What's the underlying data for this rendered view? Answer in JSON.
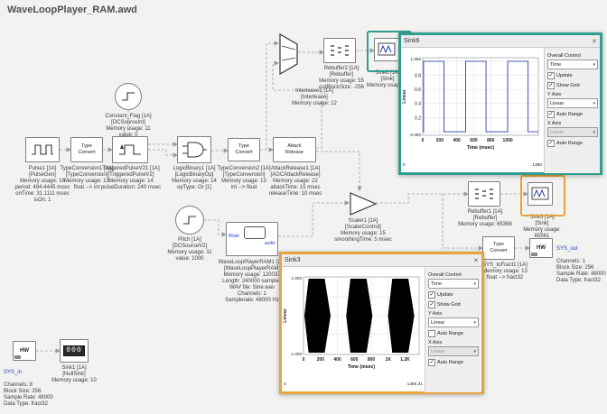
{
  "app": {
    "title": "WaveLoopPlayer_RAM.awd"
  },
  "ui": {
    "close_glyph": "✕",
    "dropdown_glyph": "▾",
    "hw_label": "HW"
  },
  "colors": {
    "teal": "#2e9e8f",
    "orange": "#e8a33d",
    "trace_blue": "#2b3faf",
    "trace_black": "#000000"
  },
  "blocks": {
    "pulse1": {
      "caption": [
        "Pulse1 [1A]",
        "[PulseGen]",
        "Memory usage: 16",
        "period: 494.4445 msec",
        "onTime: 31.1111 msec",
        "isOn: 1"
      ]
    },
    "typeconversion1": {
      "label": "Type\nConvert",
      "caption": [
        "TypeConversion1 [1A]",
        "[TypeConversion]",
        "Memory usage: 13",
        "float --> int"
      ]
    },
    "triggeredpulse": {
      "caption": [
        "TriggeredPulseV21 [1A]",
        "[TriggeredPulseV2]",
        "Memory usage: 14",
        "pulseDuration: 240 msec"
      ]
    },
    "constant_flag": {
      "caption": [
        "Constant_Flag [1A]",
        "[DCSourceInt]",
        "Memory usage: 11",
        "value: 0"
      ]
    },
    "logicbinary1": {
      "caption": [
        "LogicBinary1 [1A]",
        "[LogicBinaryOp]",
        "Memory usage: 14",
        "opType: Or [1]"
      ]
    },
    "typeconversion2": {
      "label": "Type\nConvert",
      "caption": [
        "TypeConversion2 [1A]",
        "[TypeConversion]",
        "Memory usage: 13",
        "int --> float"
      ]
    },
    "attackrelease1": {
      "label": "Attack\nRelease",
      "caption": [
        "AttackRelease1 [1A]",
        "[AGCAttackRelease]",
        "Memory usage: 22",
        "attackTime: 15 msec",
        "releaseTime: 10 msec"
      ]
    },
    "interleave1": {
      "caption": [
        "Interleave1 [1A]",
        "[Interleave]",
        "Memory usage: 12"
      ]
    },
    "rebuffer2": {
      "caption": [
        "Rebuffer2 [1A]",
        "[Rebuffer]",
        "Memory usage: 55",
        "outBlockSize: -256"
      ]
    },
    "sink6": {
      "caption": [
        "Sink6 [1A]",
        "[Sink]",
        "Memory usage: 5"
      ]
    },
    "pitch": {
      "caption": [
        "Pitch [1A]",
        "[DCSourceV2]",
        "Memory usage: 11",
        "value: 1000"
      ]
    },
    "waveloopplayer": {
      "in_port": "fRate",
      "out_port": "audio",
      "caption": [
        "WaveLoopPlayerRAM1 [1A]",
        "[WaveLoopPlayerRAM]",
        "Memory usage: 120037",
        "Length: 240000 samples",
        "WAV file: Sine.wav",
        "Channels: 1",
        "Samplerate: 48000 Hz"
      ]
    },
    "scaler1": {
      "caption": [
        "Scaler1 [1A]",
        "[ScalerControl]",
        "Memory usage: 15",
        "smoothingTime: 5 msec"
      ]
    },
    "rebuffer1": {
      "caption": [
        "Rebuffer1 [1A]",
        "[Rebuffer]",
        "Memory usage: 65366"
      ]
    },
    "sink3": {
      "caption": [
        "Sink3 [1A]",
        "[Sink]",
        "Memory usage: 65561"
      ]
    },
    "sys_tofract1": {
      "label": "Type\nConvert",
      "caption": [
        "SYS_toFract1 [1A]",
        "Memory usage: 13",
        "float --> fract32"
      ]
    },
    "sys_out": {
      "name": "SYS_out",
      "caption": [
        "Channels: 1",
        "Block Size: 256",
        "Sample Rate: 48000",
        "Data Type: fract32"
      ]
    },
    "sys_in": {
      "name": "SYS_in",
      "caption": [
        "Channels: 8",
        "Block Size: 256",
        "Sample Rate: 48000",
        "Data Type: fract32"
      ]
    },
    "sink1": {
      "display": "000",
      "caption": [
        "Sink1 [1A]",
        "[NullSink]",
        "Memory usage: 10"
      ]
    }
  },
  "scopes": {
    "sink6": {
      "title": "Sink6",
      "panel": {
        "overall": "Overall Control",
        "domain": "Time",
        "update": "Update",
        "update_on": true,
        "grid": "Show Grid",
        "grid_on": true,
        "y_axis": "Y Axis",
        "y_mode": "Linear",
        "y_auto": "Auto Range",
        "y_auto_on": true,
        "x_axis": "X Axis",
        "x_mode": "Linear",
        "x_auto": "Auto Range",
        "x_auto_on": true
      }
    },
    "sink3": {
      "title": "Sink3",
      "panel": {
        "overall": "Overall Control",
        "domain": "Time",
        "update": "Update",
        "update_on": true,
        "grid": "Show Grid",
        "grid_on": true,
        "y_axis": "Y Axis",
        "y_mode": "Linear",
        "y_auto": "Auto Range",
        "y_auto_on": false,
        "x_axis": "X Axis",
        "x_mode": "Linear",
        "x_auto": "Auto Range",
        "x_auto_on": true
      }
    }
  },
  "chart_data": [
    {
      "type": "line",
      "name": "Sink6",
      "signal": "square",
      "title": "Sink6",
      "xlabel": "Time (msec)",
      "ylabel": "Linear",
      "x_range": [
        0,
        1360
      ],
      "y_range": [
        -0.05,
        1.05
      ],
      "delay": 10,
      "period": 494.4445,
      "on_time": 240,
      "high": 1,
      "low": 0,
      "x_grid": [
        200,
        400,
        600,
        800,
        1000
      ],
      "y_grid": [
        0,
        0.2,
        0.4,
        0.6,
        0.8,
        1
      ],
      "x_ticks": [
        {
          "v": 0,
          "label": "0"
        },
        {
          "v": 200,
          "label": "200"
        },
        {
          "v": 400,
          "label": "400"
        },
        {
          "v": 600,
          "label": "600"
        },
        {
          "v": 800,
          "label": "800"
        },
        {
          "v": 1000,
          "label": "1000"
        }
      ],
      "y_ticks": [
        {
          "v": 0.8,
          "label": "0.8"
        },
        {
          "v": 0.6,
          "label": "0.6"
        },
        {
          "v": 0.4,
          "label": "0.4"
        },
        {
          "v": 0.2,
          "label": "0.2"
        }
      ],
      "y_max_label": "1.050",
      "y_min_label": "-0.050",
      "window_start": "0",
      "window_end": "1360",
      "color": "#2b3faf"
    },
    {
      "type": "area",
      "name": "Sink3",
      "signal": "bursts",
      "title": "Sink3",
      "xlabel": "Time (msec)",
      "ylabel": "Linear",
      "x_range": [
        0,
        1365.31
      ],
      "y_range": [
        -1.05,
        1.05
      ],
      "bursts": [
        [
          10,
          250
        ],
        [
          504,
          744
        ],
        [
          998,
          1238
        ]
      ],
      "attack": 50,
      "release": 70,
      "high": 1,
      "low": -1,
      "x_grid": [
        200,
        400,
        600,
        800,
        1000,
        1200
      ],
      "y_grid": [
        -0.5,
        0,
        0.5
      ],
      "x_ticks": [
        {
          "v": 0,
          "label": "0"
        },
        {
          "v": 200,
          "label": "200"
        },
        {
          "v": 400,
          "label": "400"
        },
        {
          "v": 600,
          "label": "600"
        },
        {
          "v": 800,
          "label": "800"
        },
        {
          "v": 1000,
          "label": "1K"
        },
        {
          "v": 1200,
          "label": "1.2K"
        }
      ],
      "y_ticks": [],
      "y_max_label": "1.000",
      "y_min_label": "-1.000",
      "window_start": "0",
      "window_end": "1365.31",
      "color": "#000000"
    }
  ]
}
